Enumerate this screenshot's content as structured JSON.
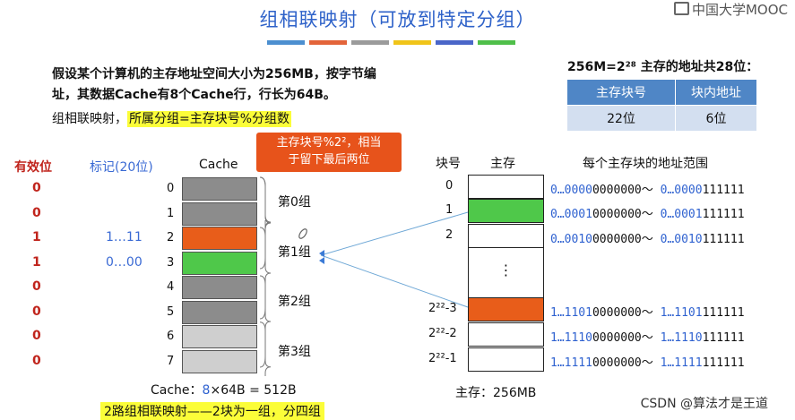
{
  "header": {
    "title": "组相联映射（可放到特定分组）",
    "logo_text": "中国大学MOOC",
    "stripe_colors": [
      "#4c8fd0",
      "#e3643a",
      "#9b9b9b",
      "#f0c419",
      "#4a66c8",
      "#4fbf4a"
    ]
  },
  "problem": {
    "line1": "假设某个计算机的主存地址空间大小为256MB，按字节编",
    "line2": "址，其数据Cache有8个Cache行，行长为64B。",
    "mapping_prefix": "组相联映射，",
    "mapping_highlight": "所属分组=主存块号%分组数"
  },
  "callout": {
    "line1": "主存块号%2²，相当",
    "line2": "于留下最后两位"
  },
  "address_info": {
    "summary": "256M=2²⁸ 主存的地址共28位：",
    "headers": [
      "主存块号",
      "块内地址"
    ],
    "values": [
      "22位",
      "6位"
    ]
  },
  "cache": {
    "valid_header": "有效位",
    "tag_header": "标记(20位)",
    "cache_header": "Cache",
    "lines": [
      {
        "index": "0",
        "valid": "0",
        "tag": "",
        "color": "#8c8c8c"
      },
      {
        "index": "1",
        "valid": "0",
        "tag": "",
        "color": "#8c8c8c"
      },
      {
        "index": "2",
        "valid": "1",
        "tag": "1…11",
        "color": "#e85d1a"
      },
      {
        "index": "3",
        "valid": "1",
        "tag": "0…00",
        "color": "#4fc84a"
      },
      {
        "index": "4",
        "valid": "0",
        "tag": "",
        "color": "#8c8c8c"
      },
      {
        "index": "5",
        "valid": "0",
        "tag": "",
        "color": "#8c8c8c"
      },
      {
        "index": "6",
        "valid": "0",
        "tag": "",
        "color": "#cfcfcf"
      },
      {
        "index": "7",
        "valid": "0",
        "tag": "",
        "color": "#cfcfcf"
      }
    ],
    "groups": [
      "第0组",
      "第1组",
      "第2组",
      "第3组"
    ],
    "size_prefix": "Cache：",
    "size_count": "8",
    "size_rest": "×64B = 512B"
  },
  "memory": {
    "block_header": "块号",
    "memory_header": "主存",
    "range_header": "每个主存块的地址范围",
    "blocks": [
      {
        "label": "0",
        "color": "#ffffff",
        "range": [
          [
            "blue",
            "0…0000"
          ],
          [
            "black",
            "0000000"
          ],
          [
            "black",
            "～ "
          ],
          [
            "blue",
            "0…0000"
          ],
          [
            "black",
            "111111"
          ]
        ]
      },
      {
        "label": "1",
        "color": "#4fc84a",
        "range": [
          [
            "blue",
            "0…0001"
          ],
          [
            "black",
            "0000000"
          ],
          [
            "black",
            "～ "
          ],
          [
            "blue",
            "0…0001"
          ],
          [
            "black",
            "111111"
          ]
        ]
      },
      {
        "label": "2",
        "color": "#ffffff",
        "range": [
          [
            "blue",
            "0…0010"
          ],
          [
            "black",
            "0000000"
          ],
          [
            "black",
            "～ "
          ],
          [
            "blue",
            "0…0010"
          ],
          [
            "black",
            "111111"
          ]
        ]
      },
      {
        "label": "2²²-3",
        "color": "#e85d1a",
        "range": [
          [
            "blue",
            "1…1101"
          ],
          [
            "black",
            "0000000"
          ],
          [
            "black",
            "～ "
          ],
          [
            "blue",
            "1…1101"
          ],
          [
            "black",
            "111111"
          ]
        ]
      },
      {
        "label": "2²²-2",
        "color": "#ffffff",
        "range": [
          [
            "blue",
            "1…1110"
          ],
          [
            "black",
            "0000000"
          ],
          [
            "black",
            "～ "
          ],
          [
            "blue",
            "1…1110"
          ],
          [
            "black",
            "111111"
          ]
        ]
      },
      {
        "label": "2²²-1",
        "color": "#ffffff",
        "range": [
          [
            "blue",
            "1…1111"
          ],
          [
            "black",
            "0000000"
          ],
          [
            "black",
            "～ "
          ],
          [
            "blue",
            "1…1111"
          ],
          [
            "black",
            "111111"
          ]
        ]
      }
    ],
    "ellipsis": "⋮",
    "size_label": "主存：256MB"
  },
  "footer": {
    "highlight": "2路组相联映射——2块为一组，分四组",
    "watermark": "CSDN @算法才是王道"
  }
}
